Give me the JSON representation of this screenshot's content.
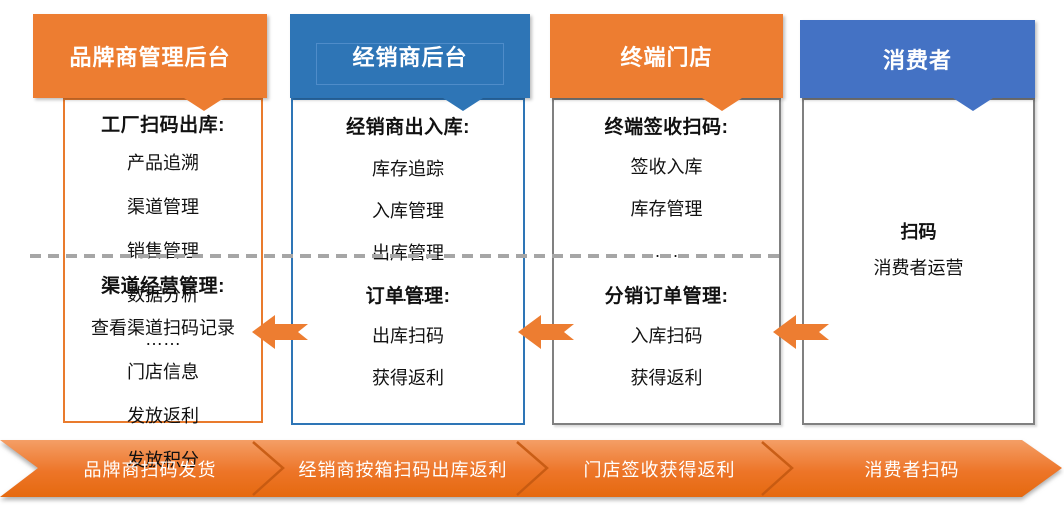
{
  "diagram": {
    "columns": [
      {
        "header": "品牌商管理后台",
        "sections": [
          {
            "title": "工厂扫码出库:",
            "items": [
              "产品追溯",
              "渠道管理",
              "销售管理",
              "数据分析",
              "……"
            ]
          },
          {
            "title": "渠道经营管理:",
            "items": [
              "查看渠道扫码记录",
              "门店信息",
              "发放返利",
              "发放积分"
            ]
          }
        ]
      },
      {
        "header": "经销商后台",
        "sections": [
          {
            "title": "经销商出入库:",
            "items": [
              "库存追踪",
              "入库管理",
              "出库管理",
              "……"
            ]
          },
          {
            "title": "订单管理:",
            "items": [
              "出库扫码",
              "获得返利"
            ]
          }
        ]
      },
      {
        "header": "终端门店",
        "sections": [
          {
            "title": "终端签收扫码:",
            "items": [
              "签收入库",
              "库存管理",
              "……"
            ]
          },
          {
            "title": "分销订单管理:",
            "items": [
              "入库扫码",
              "获得返利"
            ]
          }
        ]
      },
      {
        "header": "消费者",
        "sections": [
          {
            "title": "",
            "items": [
              "扫码",
              "消费者运营"
            ]
          }
        ]
      }
    ],
    "flow_bar": {
      "steps": [
        "品牌商扫码发货",
        "经销商按箱扫码出库返利",
        "门店签收获得返利",
        "消费者扫码"
      ]
    },
    "colors": {
      "orange": "#ED7D31",
      "blue": "#2E75B6",
      "indigo_blue": "#4472C4",
      "gray_border": "#808080",
      "dash_gray": "#A6A6A6",
      "arrow_orange": "#ED7D31",
      "bar_top": "#F49E66",
      "bar_mid": "#ED7528",
      "bar_bottom": "#E5690F",
      "bar_chevron": "#C45911"
    }
  }
}
